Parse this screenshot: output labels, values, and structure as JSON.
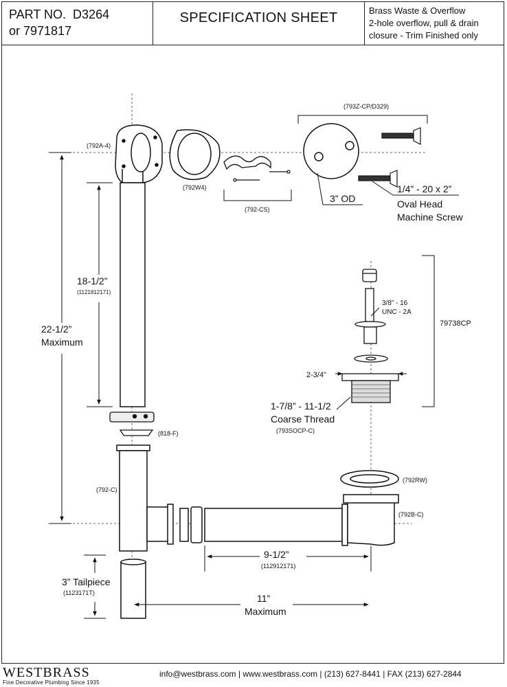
{
  "header": {
    "part_no_label": "PART NO.",
    "part_no": "D3264",
    "alt_part": "or 7971817",
    "title": "SPECIFICATION SHEET",
    "desc_lines": [
      "Brass Waste & Overflow",
      "2-hole overflow, pull & drain",
      "closure - Trim Finished only"
    ]
  },
  "parts": {
    "overflow_elbow": "(792A-4)",
    "gasket_w4": "(792W4)",
    "clip": "(792-CS)",
    "faceplate": "(793Z-CP/D329)",
    "faceplate_od": "3” OD",
    "screw_size": "1/4” - 20 x 2”",
    "screw_name_1": "Oval Head",
    "screw_name_2": "Machine Screw",
    "drain_assembly": "79738CP",
    "stem_thread_1": "3/8” - 16",
    "stem_thread_2": "UNC - 2A",
    "flange_width": "2-3/4”",
    "shoe_thread": "1-7/8” - 11-1/2",
    "shoe_thread_name": "Coarse Thread",
    "shoe_part": "(793SOCP-C)",
    "nut_818": "(818-F)",
    "tee": "(792-C)",
    "rubber_washer": "(792RW)",
    "drain_elbow": "(792B-C)"
  },
  "dimensions": {
    "vertical_len": "18-1/2”",
    "vertical_len_part": "(1121812171)",
    "max_height": "22-1/2”",
    "max_height_label": "Maximum",
    "horizontal_len": "9-1/2”",
    "horizontal_len_part": "(112912171)",
    "tailpiece": "3” Tailpiece",
    "tailpiece_part": "(1123171T)",
    "max_width": "11”",
    "max_width_label": "Maximum"
  },
  "footer": {
    "brand": "WESTBRASS",
    "tagline": "Fine Decorative Plumbing Since 1935",
    "contact": "info@westbrass.com  |  www.westbrass.com   |   (213) 627-8441   |   FAX (213) 627-2844"
  }
}
